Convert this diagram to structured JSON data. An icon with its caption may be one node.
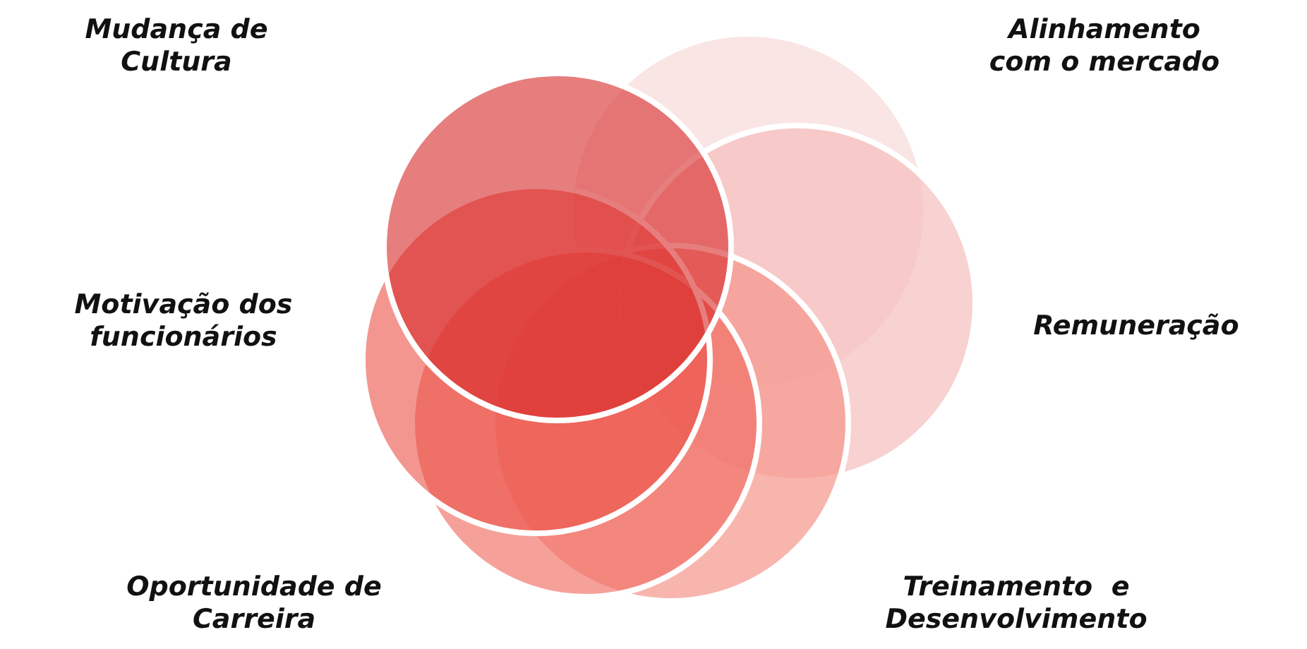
{
  "diagram": {
    "labels": [
      "Mudança de Cultura",
      "Alinhamento com o mercado",
      "Motivação dos funcionários",
      "Remuneração",
      "Oportunidade de Carreira",
      "Treinamento  e Desenvolvimento"
    ]
  }
}
